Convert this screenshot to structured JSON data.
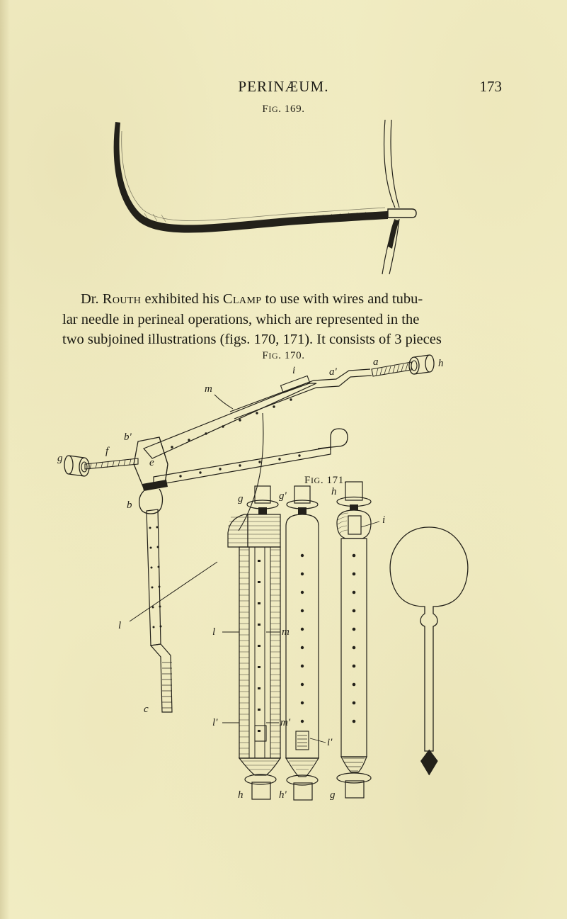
{
  "page": {
    "running_head": "PERINÆUM.",
    "folio": "173",
    "background_color": "#f3efc6",
    "ink_color": "#23211a"
  },
  "figures": [
    {
      "id": "fig-169",
      "caption_prefix": "F",
      "caption_small": "IG",
      "caption_suffix": ". 169.",
      "caption_full": "Fig. 169.",
      "description": "curved tubular needle threaded with wires",
      "labels": []
    },
    {
      "id": "fig-170",
      "caption_prefix": "F",
      "caption_small": "IG",
      "caption_suffix": ". 170.",
      "caption_full": "Fig. 170.",
      "description": "assembled clamp with screw rods and perforated bars",
      "labels": [
        {
          "key": "g",
          "text": "g"
        },
        {
          "key": "f",
          "text": "f"
        },
        {
          "key": "b2",
          "text": "b'"
        },
        {
          "key": "e",
          "text": "e"
        },
        {
          "key": "b",
          "text": "b"
        },
        {
          "key": "m",
          "text": "m"
        },
        {
          "key": "i",
          "text": "i"
        },
        {
          "key": "a2",
          "text": "a'"
        },
        {
          "key": "a",
          "text": "a"
        },
        {
          "key": "h",
          "text": "h"
        },
        {
          "key": "l",
          "text": "l"
        },
        {
          "key": "c",
          "text": "c"
        }
      ]
    },
    {
      "id": "fig-171",
      "caption_prefix": "F",
      "caption_small": "IG",
      "caption_suffix": ". 171.",
      "caption_full": "Fig. 171.",
      "description": "three separate pieces of the clamp plus a wire loop",
      "labels": [
        {
          "key": "g_top",
          "text": "g"
        },
        {
          "key": "g2_top",
          "text": "g'"
        },
        {
          "key": "h_top",
          "text": "h"
        },
        {
          "key": "i_top",
          "text": "i"
        },
        {
          "key": "l_mid",
          "text": "l"
        },
        {
          "key": "m_mid",
          "text": "m"
        },
        {
          "key": "l2_mid",
          "text": "l'"
        },
        {
          "key": "m2_mid",
          "text": "m'"
        },
        {
          "key": "i2_mid",
          "text": "i'"
        },
        {
          "key": "h_bot",
          "text": "h"
        },
        {
          "key": "h2_bot",
          "text": "h'"
        },
        {
          "key": "g_bot",
          "text": "g"
        }
      ]
    }
  ],
  "body": {
    "line1_lead": "Dr. ",
    "line1_name": "Routh",
    "line1_mid": " exhibited his ",
    "line1_clamp": "Clamp",
    "line1_tail": " to use with wires and tubu-",
    "line2": "lar needle in perineal operations, which are represented in the",
    "line3": "two subjoined illustrations (figs. 170, 171).   It consists of 3 pieces"
  }
}
